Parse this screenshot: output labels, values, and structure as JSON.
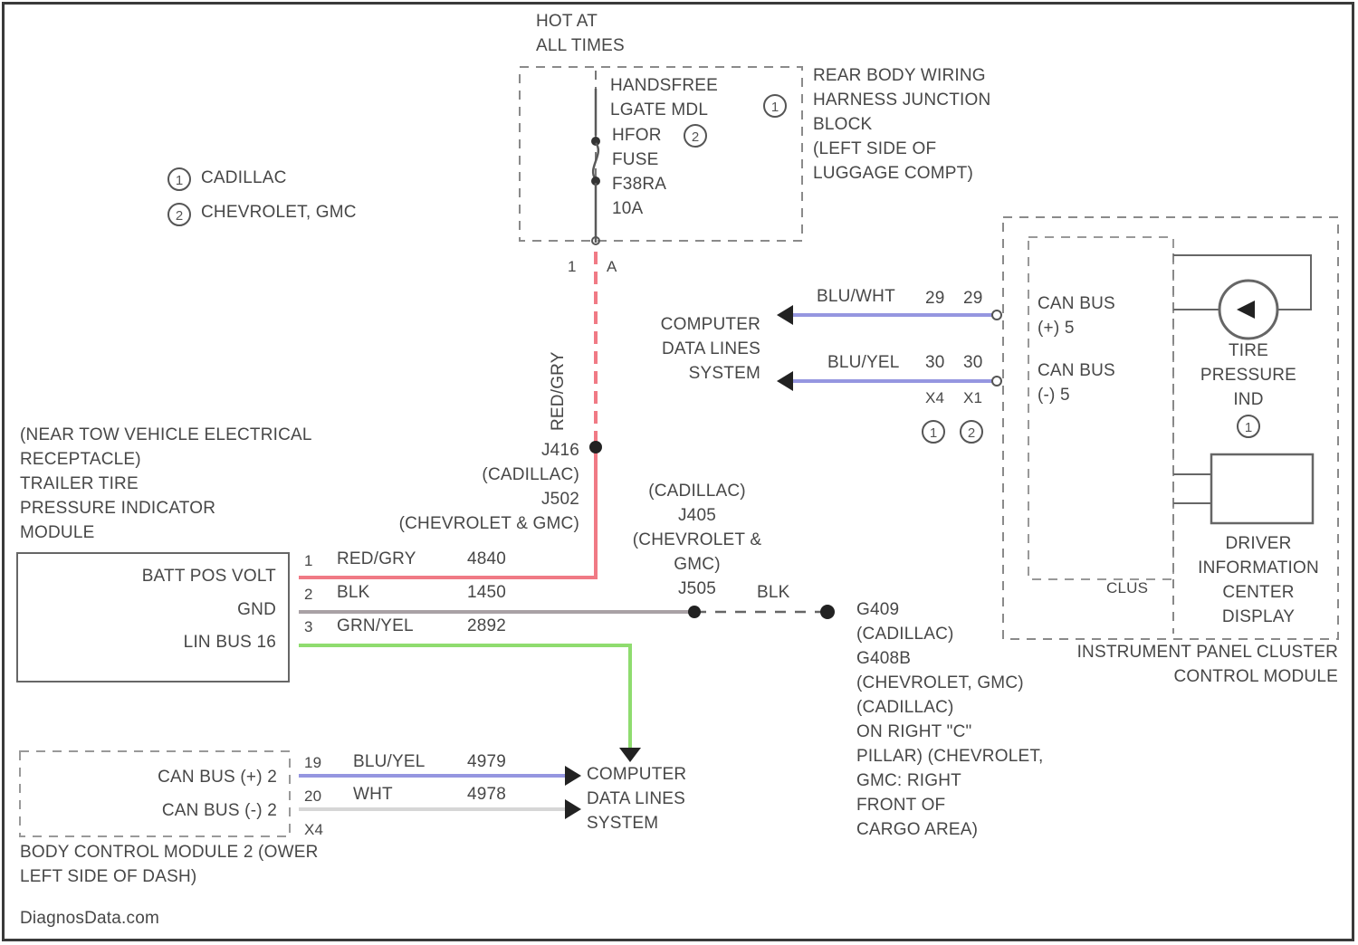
{
  "legend": {
    "item1": {
      "code": "1",
      "label": "CADILLAC"
    },
    "item2": {
      "code": "2",
      "label": "CHEVROLET, GMC"
    }
  },
  "fuse": {
    "hot_label": "HOT AT\nALL TIMES",
    "module_label": "HANDSFREE\nLGATE MDL",
    "code1": "1",
    "fuse_label": "HFOR\nFUSE\nF38RA\n10A",
    "code2": "2",
    "connector_left": "1",
    "connector_right": "A"
  },
  "junction_block": {
    "label": "REAR BODY WIRING\nHARNESS JUNCTION\nBLOCK\n(LEFT SIDE OF\nLUGGAGE COMPT)"
  },
  "vertical_wire": {
    "label": "RED/GRY"
  },
  "splices": {
    "j_left": "J416\n(CADILLAC)\nJ502\n(CHEVROLET & GMC)",
    "j_mid": "(CADILLAC)\nJ405\n(CHEVROLET &\nGMC)\nJ505",
    "blk_label": "BLK"
  },
  "ground": {
    "label": "G409\n(CADILLAC)\nG408B\n(CHEVROLET, GMC)\n(CADILLAC)\nON RIGHT \"C\"\nPILLAR) (CHEVROLET,\nGMC: RIGHT\nFRONT OF\nCARGO AREA)"
  },
  "trailer_module": {
    "title": "(NEAR TOW VEHICLE ELECTRICAL\nRECEPTACLE)\nTRAILER TIRE\nPRESSURE INDICATOR\nMODULE",
    "pins": [
      {
        "label": "BATT POS VOLT",
        "pin": "1",
        "wire": "RED/GRY",
        "circuit": "4840"
      },
      {
        "label": "GND",
        "pin": "2",
        "wire": "BLK",
        "circuit": "1450"
      },
      {
        "label": "LIN BUS 16",
        "pin": "3",
        "wire": "GRN/YEL",
        "circuit": "2892"
      }
    ]
  },
  "data_lines": {
    "upper_label": "COMPUTER\nDATA LINES\nSYSTEM",
    "lower_label": "COMPUTER\nDATA LINES\nSYSTEM",
    "wires": [
      {
        "color_name": "BLU/WHT",
        "pin_a": "29",
        "pin_b": "29"
      },
      {
        "color_name": "BLU/YEL",
        "pin_a": "30",
        "pin_b": "30"
      }
    ],
    "sub_pins": {
      "a": "X4",
      "b": "X1"
    },
    "sub_codes": {
      "a": "1",
      "b": "2"
    }
  },
  "cluster": {
    "can_hi": "CAN BUS\n(+) 5",
    "can_lo": "CAN BUS\n(-) 5",
    "tire_label": "TIRE\nPRESSURE\nIND",
    "tire_code": "1",
    "dic_label": "DRIVER\nINFORMATION\nCENTER\nDISPLAY",
    "small_tag": "CLUS",
    "title": "INSTRUMENT PANEL CLUSTER\nCONTROL MODULE"
  },
  "bcm": {
    "pins": [
      {
        "label": "CAN BUS (+) 2",
        "pin": "19",
        "wire": "BLU/YEL",
        "circuit": "4979"
      },
      {
        "label": "CAN BUS (-) 2",
        "pin": "20",
        "wire": "WHT",
        "circuit": "4978"
      },
      {
        "label": "",
        "pin": "X4",
        "wire": "",
        "circuit": ""
      }
    ],
    "title": "BODY CONTROL MODULE 2 (OWER\nLEFT SIDE OF DASH)"
  },
  "watermark": "DiagnosData.com",
  "colors": {
    "power": "#f07a85",
    "ground": "#a9a1a5",
    "lin": "#8fdc6f",
    "can": "#9596e0",
    "can_white": "#d6d6d6",
    "line": "#5a5a5a"
  }
}
